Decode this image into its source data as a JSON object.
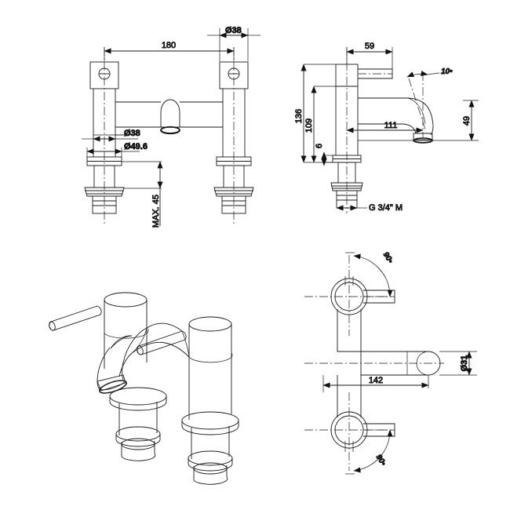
{
  "drawing": {
    "title": "Bath filler tap technical drawing",
    "background_color": "#ffffff",
    "line_color": "#1a1a1a",
    "views": [
      {
        "name": "front-elevation",
        "position": "top-left"
      },
      {
        "name": "side-elevation",
        "position": "top-right"
      },
      {
        "name": "isometric-view",
        "position": "bottom-left"
      },
      {
        "name": "plan-view",
        "position": "bottom-right"
      }
    ]
  },
  "front_view": {
    "dim_overall_width": "180",
    "dim_handle_diameter_top": "Ø38",
    "dim_shank_diameter": "Ø38",
    "dim_flange_diameter": "Ø49.6",
    "dim_max_thickness": "MAX. 45"
  },
  "side_view": {
    "dim_lever_length": "59",
    "dim_total_height": "136",
    "dim_body_height": "109",
    "dim_flange_height": "6",
    "dim_spout_reach": "111",
    "dim_spout_height": "49",
    "dim_spout_angle": "10•",
    "dim_thread": "G 3/4\" M"
  },
  "plan_view": {
    "dim_angle_top": "90•",
    "dim_angle_bottom": "90•",
    "dim_spout_reach": "142",
    "dim_spout_diameter": "Ø31"
  }
}
